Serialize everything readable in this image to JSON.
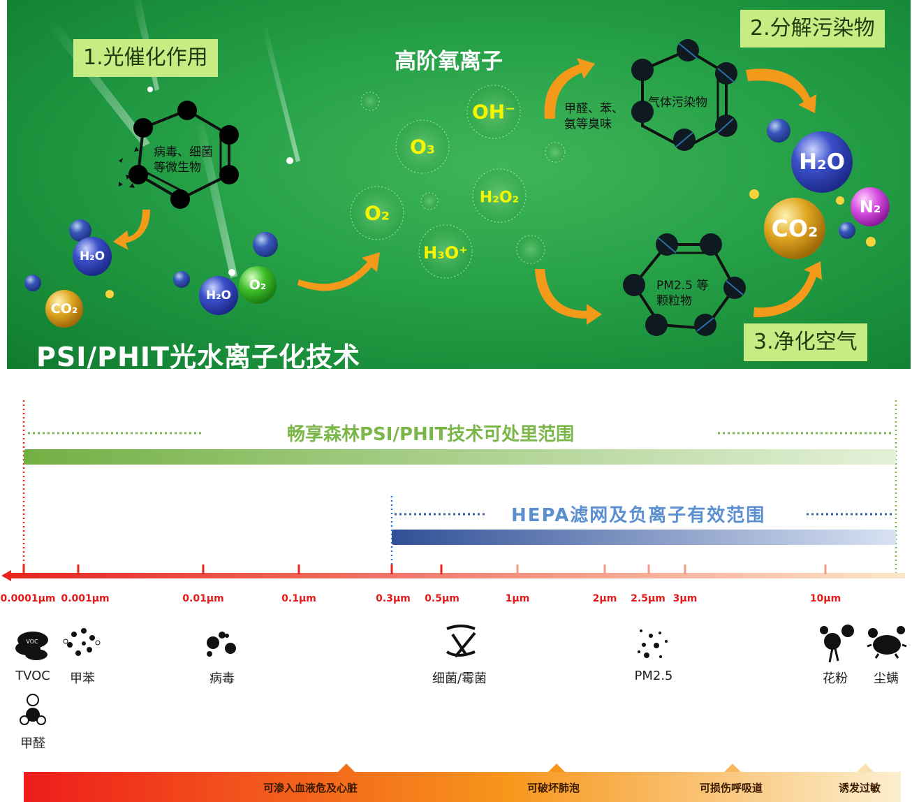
{
  "top": {
    "title": "PSI/PHIT光水离子化技术",
    "center_heading": "高阶氧离子",
    "step1": "1.光催化作用",
    "step2": "2.分解污染物",
    "step3": "3.净化空气",
    "ring_left_line1": "病毒、细菌",
    "ring_left_line2": "等微生物",
    "gas_side_line1": "甲醛、苯、",
    "gas_side_line2": "氨等臭味",
    "gas_ring_label": "气体污染物",
    "pm_ring_line1": "PM2.5 等",
    "pm_ring_line2": "颗粒物"
  },
  "molecules": {
    "h2o": "H₂O",
    "co2": "CO₂",
    "o2": "O₂",
    "o3": "O₃",
    "oh": "OH⁻",
    "h2o2": "H₂O₂",
    "h3o": "H₃O⁺",
    "n2": "N₂"
  },
  "chart": {
    "range_forest": "畅享森林PSI/PHIT技术可处里范围",
    "range_hepa": "HEPA滤网及负离子有效范围",
    "ticks": [
      "0.0001μm",
      "0.001μm",
      "0.01μm",
      "0.1μm",
      "0.3μm",
      "0.5μm",
      "1μm",
      "2μm",
      "2.5μm",
      "3μm",
      "10μm"
    ],
    "items": [
      "TVOC",
      "甲苯",
      "病毒",
      "细菌/霉菌",
      "PM2.5",
      "花粉",
      "尘螨",
      "甲醛"
    ],
    "harms": [
      "可渗入血液危及心脏",
      "可破坏肺泡",
      "可损伤呼吸道",
      "诱发过敏"
    ],
    "colors": {
      "forest": "#7ab648",
      "hepa": "#3c5ea8",
      "axis": "#e8231f"
    }
  }
}
